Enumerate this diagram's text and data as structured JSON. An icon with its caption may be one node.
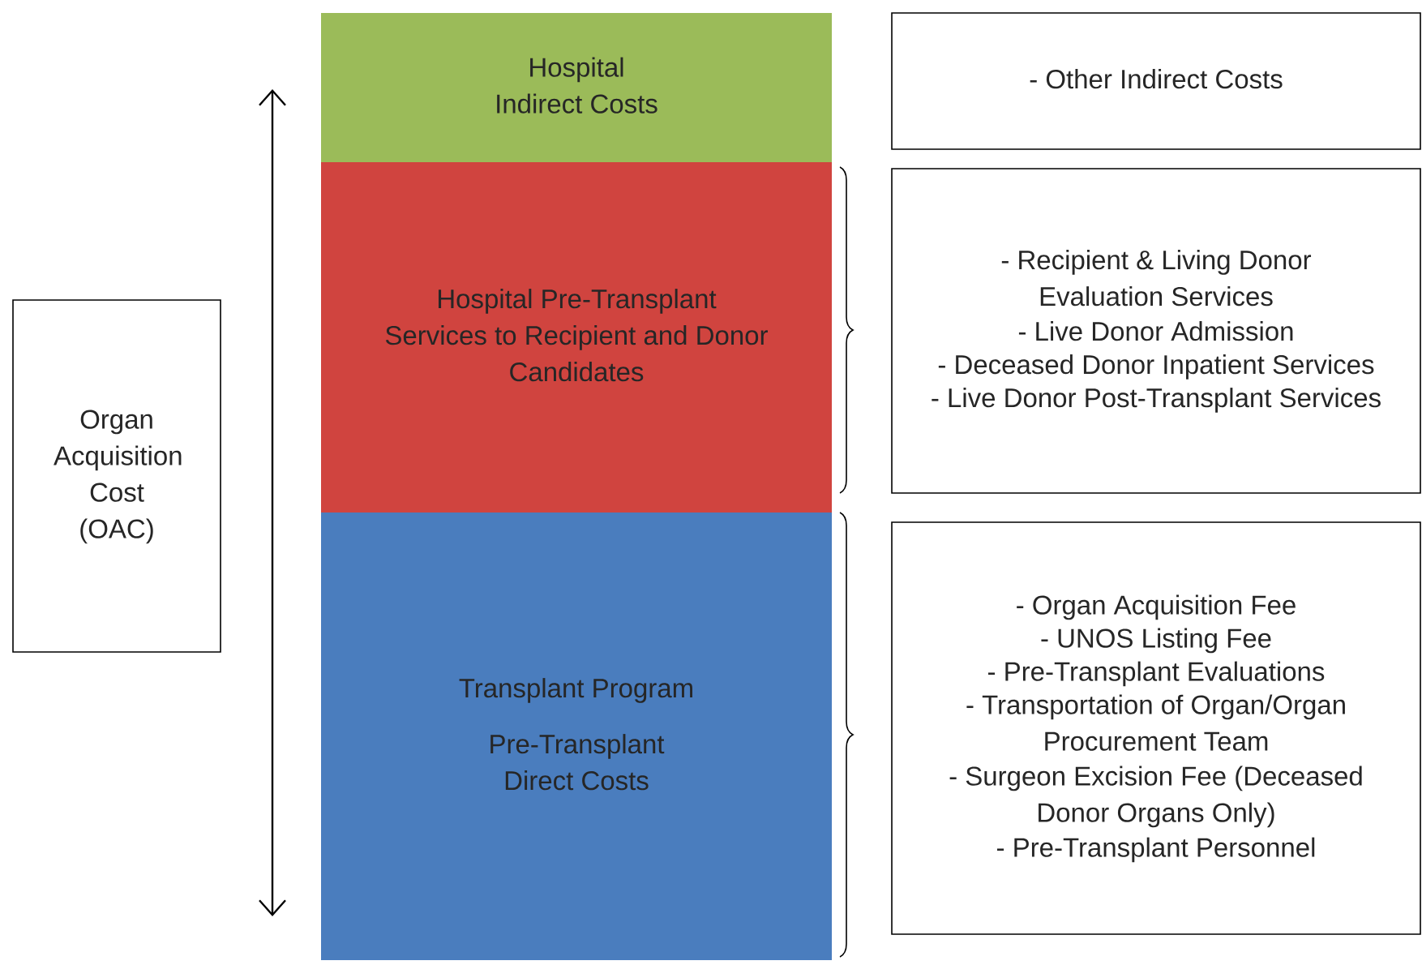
{
  "diagram": {
    "nodes": [
      {
        "text": [
          "Organ Acquisition Cost (OAC)"
        ]
      },
      {
        "text": [
          "Hospital Indirect Costs"
        ]
      },
      {
        "text": [
          "Hospital Pre-Transplant Services to Recipient and Donor Candidates"
        ]
      },
      {
        "text": [
          "Transplant Program",
          "Pre-Transplant Direct Costs"
        ]
      },
      {
        "text": [
          "- Other Indirect Costs"
        ]
      },
      {
        "text": [
          "- Recipient & Living Donor Evaluation Services",
          "- Live Donor Admission",
          "- Deceased Donor Inpatient Services",
          "- Live Donor Post-Transplant Services"
        ]
      },
      {
        "text": [
          "- Organ Acquisition Fee",
          "- UNOS Listing Fee",
          "- Pre-Transplant Evaluations",
          "- Transportation of Organ/Organ Procurement Team",
          "- Surgeon Excision Fee (Deceased Donor Organs Only)",
          "- Pre-Transplant Personnel"
        ]
      }
    ]
  }
}
